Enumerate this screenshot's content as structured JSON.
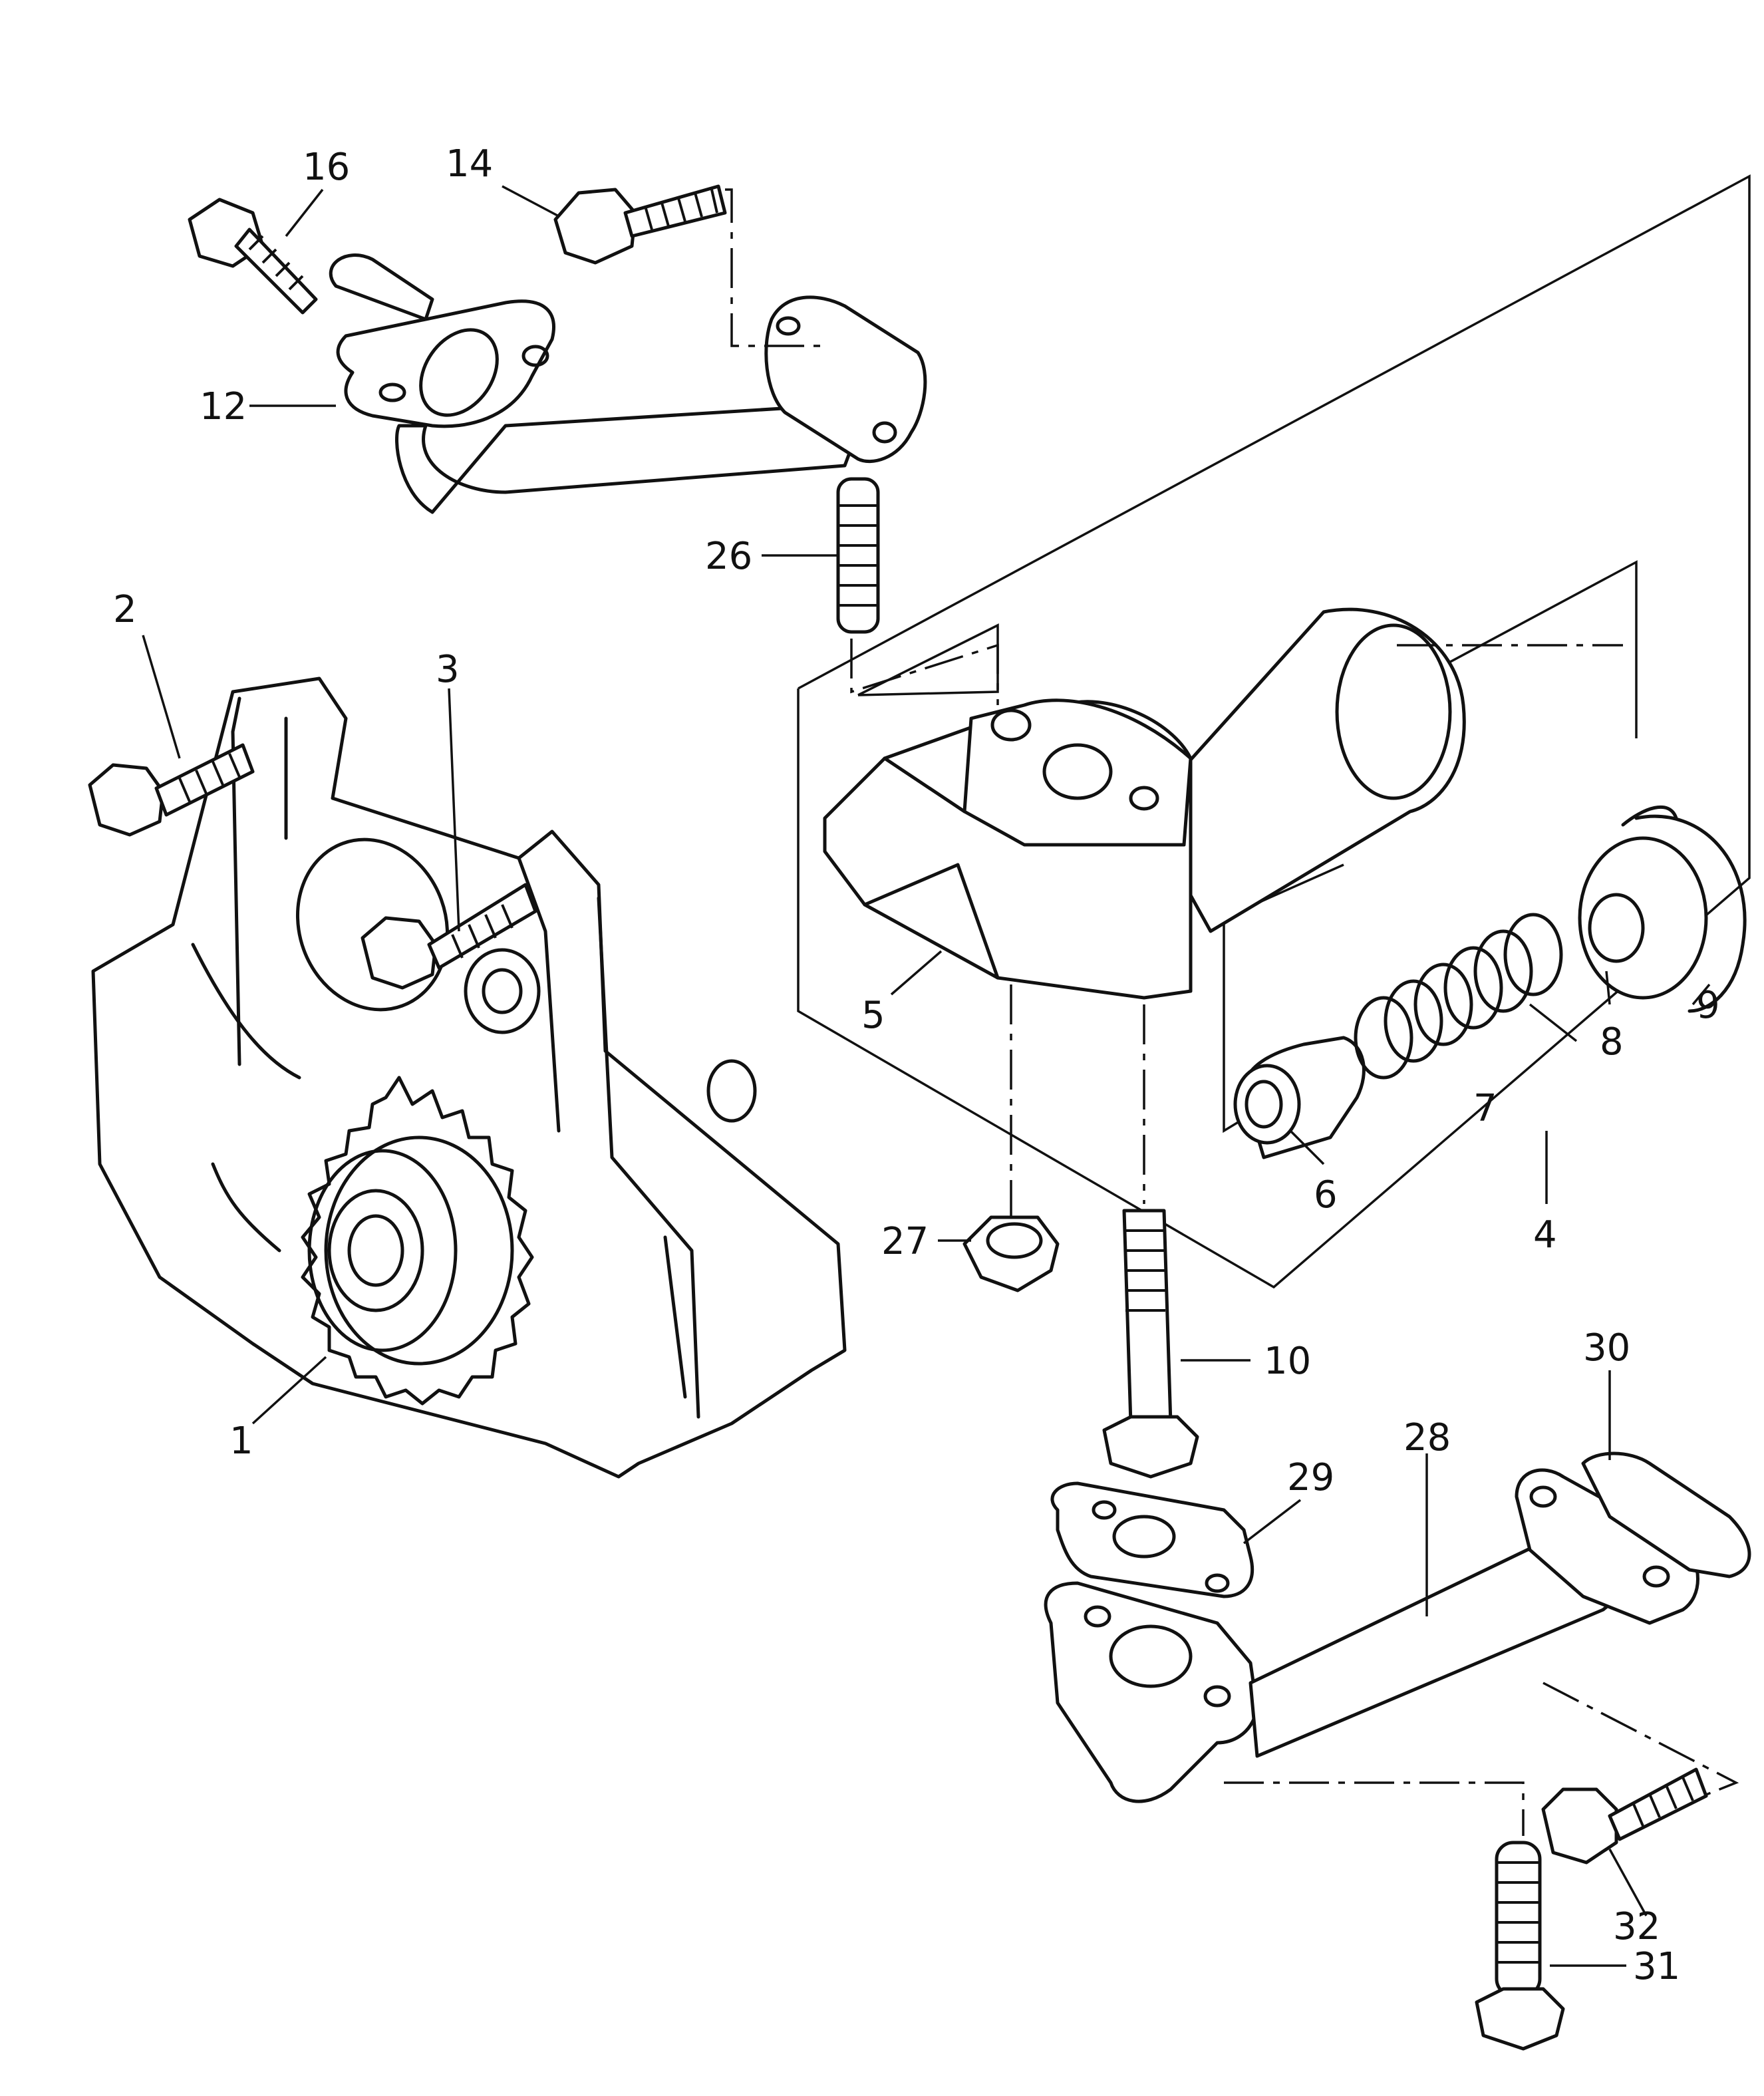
{
  "callouts": {
    "p1": "1",
    "p2": "2",
    "p3": "3",
    "p4": "4",
    "p5": "5",
    "p6": "6",
    "p7": "7",
    "p8": "8",
    "p9": "9",
    "p10": "10",
    "p12": "12",
    "p14": "14",
    "p16": "16",
    "p26": "26",
    "p27": "27",
    "p28": "28",
    "p29": "29",
    "p30": "30",
    "p31": "31",
    "p32": "32"
  },
  "icons": [
    "oil-pump-body-icon",
    "gear-icon",
    "bolt-icon",
    "pipe-icon",
    "relief-valve-icon",
    "spring-icon",
    "gasket-icon",
    "nut-icon",
    "snap-ring-icon",
    "washer-icon",
    "stud-icon"
  ]
}
